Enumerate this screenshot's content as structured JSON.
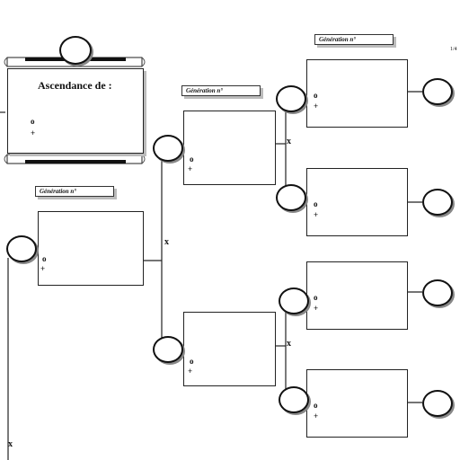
{
  "main_box": {
    "title": "Ascendance de :",
    "o_symbol": "o",
    "plus_symbol": "+"
  },
  "generation_label": "Génération n°",
  "connector_symbol": "x",
  "corner_text": "1/4"
}
